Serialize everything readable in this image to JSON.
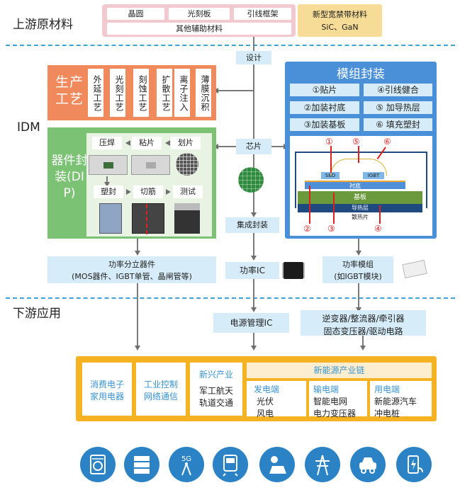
{
  "sections": {
    "upstream": "上游原材料",
    "idm": "IDM",
    "downstream": "下游应用"
  },
  "raw_materials": {
    "items": [
      "晶圆",
      "光刻板",
      "引线框架"
    ],
    "other": "其他辅助材料",
    "wide_bandgap_title": "新型宽禁带材料",
    "wide_bandgap_sub": "SiC、GaN"
  },
  "flow": {
    "design": "设计",
    "chip": "芯片",
    "integrated_packaging": "集成封装",
    "power_ic": "功率IC",
    "power_mgmt_ic": "电源管理IC"
  },
  "process": {
    "title": "生产工艺",
    "steps": [
      "外延工艺",
      "光刻工艺",
      "刻蚀工艺",
      "扩散工艺",
      "离子注入",
      "薄膜沉积"
    ]
  },
  "device_pkg": {
    "title": "器件封装(DIP)",
    "steps_row1": [
      "压焊",
      "粘片",
      "划片"
    ],
    "steps_row2": [
      "塑封",
      "切筋",
      "测试"
    ]
  },
  "module_pkg": {
    "title": "模组封装",
    "steps": [
      "①贴片",
      "④引线健合",
      "②加装衬底",
      "⑤ 加导热层",
      "③加装基板",
      "⑥ 填充塑封"
    ],
    "diagram": {
      "sbd": "SBD",
      "igbt": "IGBT",
      "substrate": "衬底",
      "base": "基板",
      "thermal": "导热层",
      "heatsink": "散热片",
      "top_markers": [
        "①",
        "⑤",
        "⑥"
      ],
      "bottom_markers": [
        "②",
        "③",
        "④"
      ]
    }
  },
  "discrete": {
    "line1": "功率分立器件",
    "line2": "(MOS器件、IGBT单管、晶闸管等)"
  },
  "power_module": {
    "line1": "功率模组",
    "line2": "(如IGBT模块)"
  },
  "inverter": {
    "line1": "逆变器/整流器/牵引器",
    "line2": "固态变压器/驱动电路"
  },
  "apps": {
    "consumer": [
      "消费电子",
      "家用电器"
    ],
    "industrial": [
      "工业控制",
      "网络通信"
    ],
    "emerging_title": "新兴产业",
    "emerging": [
      "军工航天",
      "轨道交通"
    ],
    "new_energy_title": "新能源产业链",
    "gen_title": "发电端",
    "gen": [
      "光伏",
      "风电"
    ],
    "grid_title": "输电端",
    "grid": [
      "智能电网",
      "电力变压器"
    ],
    "use_title": "用电端",
    "use": [
      "新能源汽车",
      "冲电桩"
    ]
  },
  "icons": [
    "washing-machine-icon",
    "server-icon",
    "5g-antenna-icon",
    "train-icon",
    "solar-panel-icon",
    "power-tower-icon",
    "electric-car-icon",
    "charging-icon"
  ],
  "icon_texts": {
    "five_g": "5G"
  },
  "colors": {
    "orange": "#f08a5d",
    "green": "#7cc274",
    "blue": "#4a90d9",
    "yellow": "#f5b324",
    "light_blue": "#d6ecf8",
    "pink": "#f2c9ce"
  }
}
